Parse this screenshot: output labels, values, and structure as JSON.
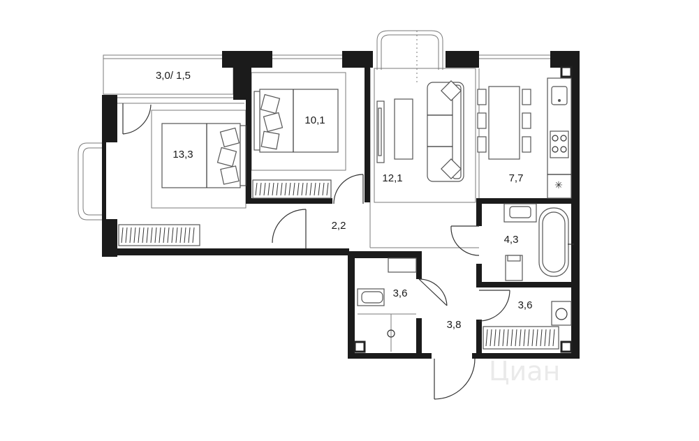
{
  "rooms": [
    {
      "id": "balcony",
      "label": "3,0/ 1,5"
    },
    {
      "id": "bedroom-large",
      "label": "13,3"
    },
    {
      "id": "bedroom-small",
      "label": "10,1"
    },
    {
      "id": "living",
      "label": "12,1"
    },
    {
      "id": "kitchen",
      "label": "7,7"
    },
    {
      "id": "hall",
      "label": "2,2"
    },
    {
      "id": "bathroom",
      "label": "4,3"
    },
    {
      "id": "wc",
      "label": "3,6"
    },
    {
      "id": "entrance",
      "label": "3,8"
    },
    {
      "id": "laundry",
      "label": "3,6"
    }
  ],
  "watermark": "Циан"
}
